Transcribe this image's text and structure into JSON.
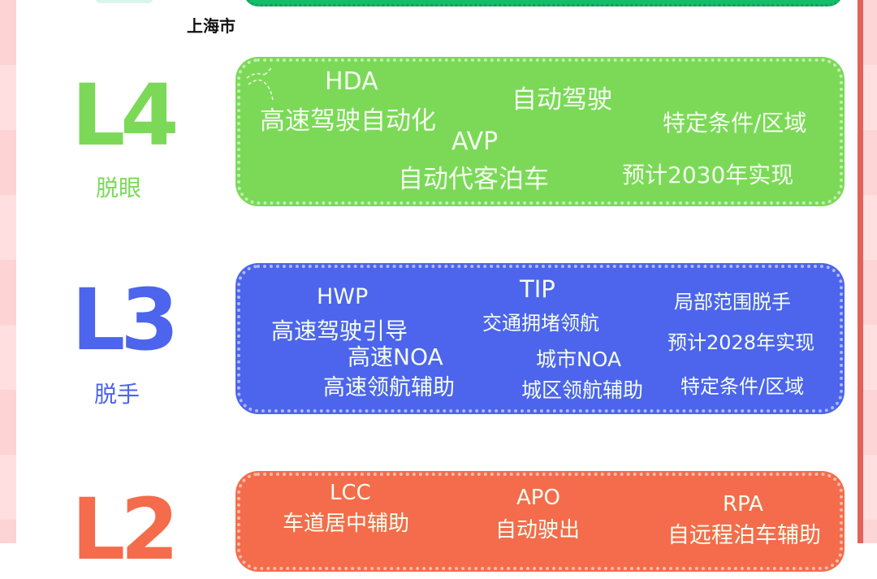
{
  "header": {
    "city": "上海市"
  },
  "colors": {
    "l4": "#7bd957",
    "l3": "#4d64ec",
    "l2": "#f46c4b",
    "top_card": "#0fbf6a",
    "red_bar": "#e2625a"
  },
  "levels": [
    {
      "id": "L4",
      "title": "L4",
      "subtitle": "脱眼",
      "items": {
        "abbr1": "HDA",
        "name1": "高速驾驶自动化",
        "feature": "自动驾驶",
        "abbr2": "AVP",
        "name2": "自动代客泊车",
        "condition": "特定条件/区域",
        "eta": "预计2030年实现"
      }
    },
    {
      "id": "L3",
      "title": "L3",
      "subtitle": "脱手",
      "items": {
        "abbr1": "HWP",
        "name1": "高速驾驶引导",
        "noa1": "高速NOA",
        "name1b": "高速领航辅助",
        "abbr2": "TIP",
        "name2": "交通拥堵领航",
        "noa2": "城市NOA",
        "name2b": "城区领航辅助",
        "scope": "局部范围脱手",
        "eta": "预计2028年实现",
        "condition": "特定条件/区域"
      }
    },
    {
      "id": "L2",
      "title": "L2",
      "subtitle": "",
      "items": {
        "abbr1": "LCC",
        "name1": "车道居中辅助",
        "abbr2": "APO",
        "name2": "自动驶出",
        "abbr3": "RPA",
        "name3": "自远程泊车辅助"
      }
    }
  ]
}
